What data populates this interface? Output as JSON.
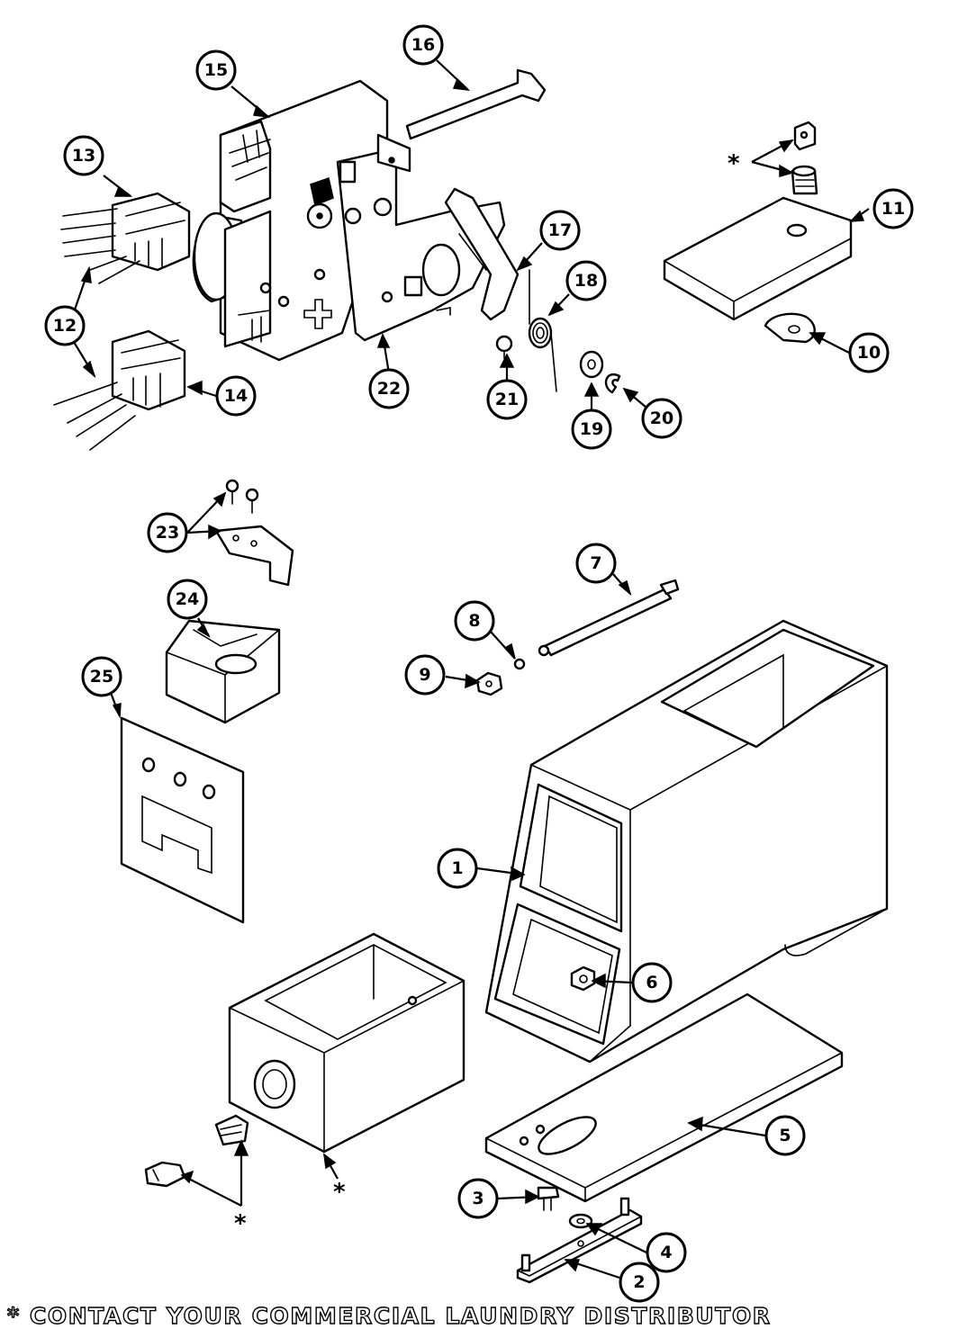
{
  "callouts": [
    {
      "id": "1",
      "label": "1"
    },
    {
      "id": "2",
      "label": "2"
    },
    {
      "id": "3",
      "label": "3"
    },
    {
      "id": "4",
      "label": "4"
    },
    {
      "id": "5",
      "label": "5"
    },
    {
      "id": "6",
      "label": "6"
    },
    {
      "id": "7",
      "label": "7"
    },
    {
      "id": "8",
      "label": "8"
    },
    {
      "id": "9",
      "label": "9"
    },
    {
      "id": "10",
      "label": "10"
    },
    {
      "id": "11",
      "label": "11"
    },
    {
      "id": "12",
      "label": "12"
    },
    {
      "id": "13",
      "label": "13"
    },
    {
      "id": "14",
      "label": "14"
    },
    {
      "id": "15",
      "label": "15"
    },
    {
      "id": "16",
      "label": "16"
    },
    {
      "id": "17",
      "label": "17"
    },
    {
      "id": "18",
      "label": "18"
    },
    {
      "id": "19",
      "label": "19"
    },
    {
      "id": "20",
      "label": "20"
    },
    {
      "id": "21",
      "label": "21"
    },
    {
      "id": "22",
      "label": "22"
    },
    {
      "id": "23",
      "label": "23"
    },
    {
      "id": "24",
      "label": "24"
    },
    {
      "id": "25",
      "label": "25"
    }
  ],
  "asterisk": "*",
  "footnote": "* CONTACT YOUR COMMERCIAL LAUNDRY DISTRIBUTOR"
}
